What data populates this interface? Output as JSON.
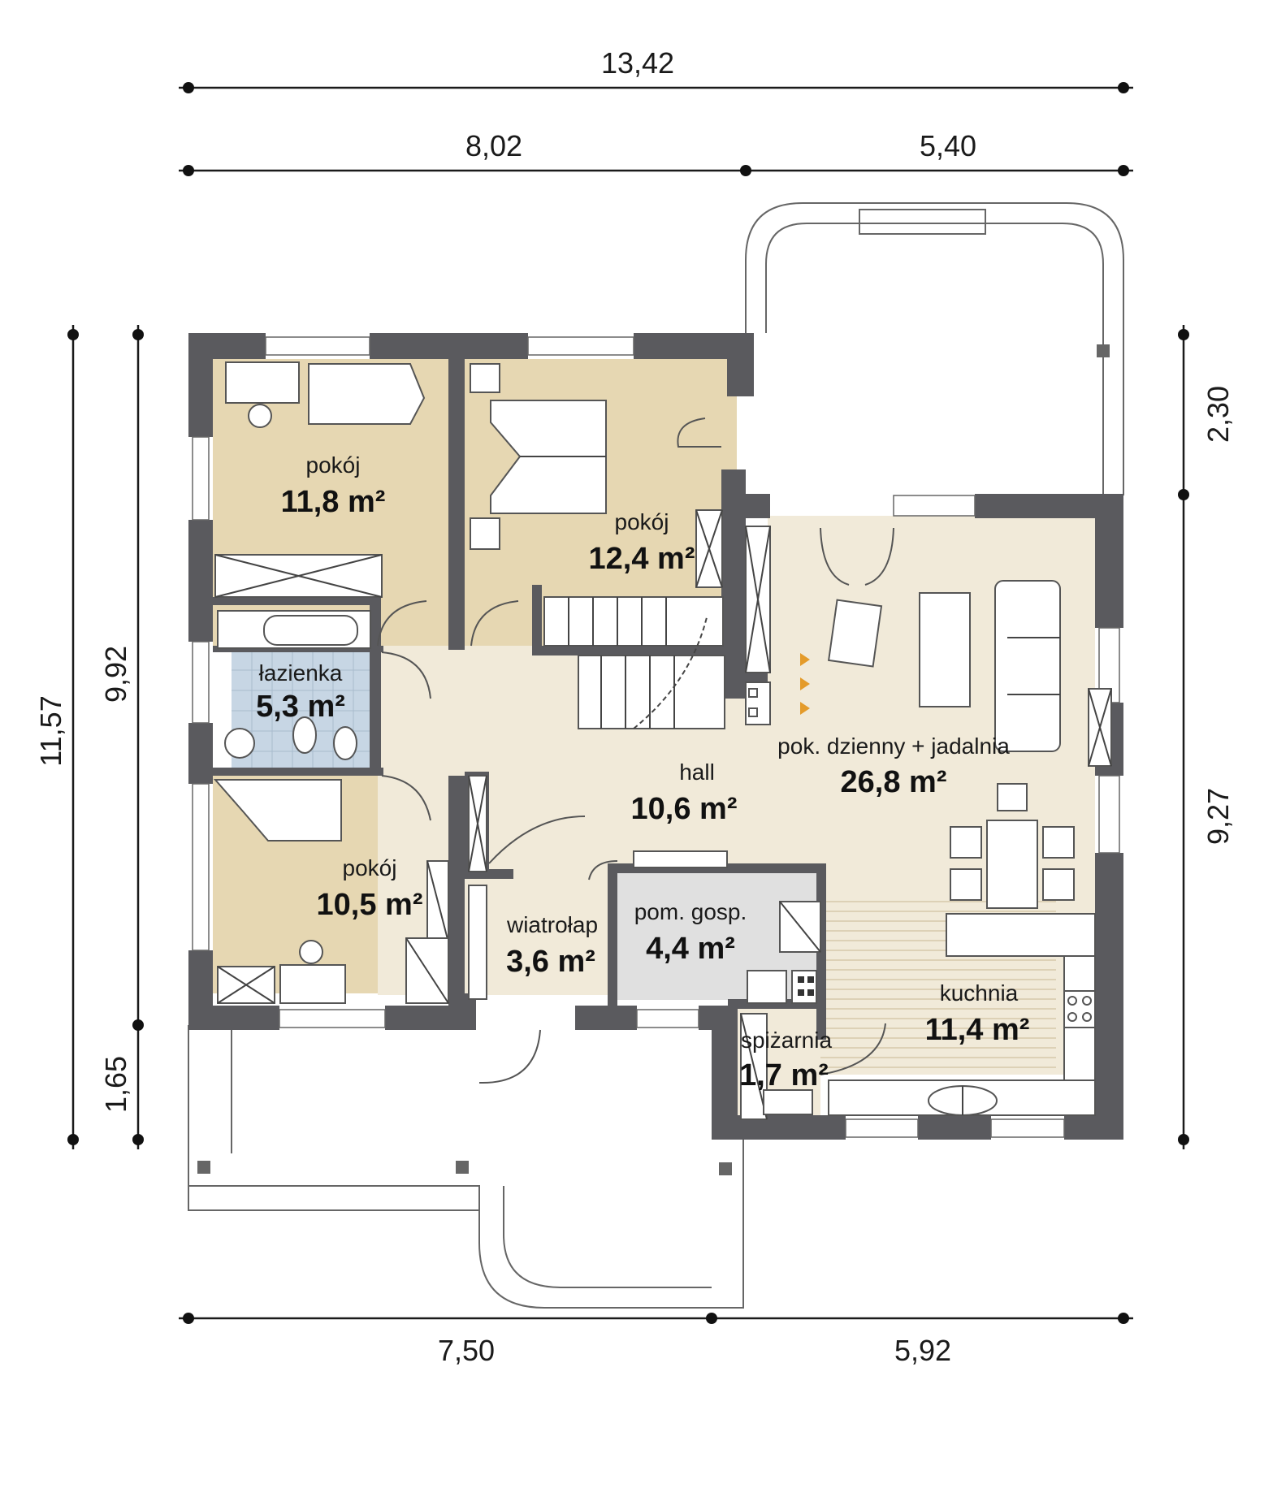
{
  "dimensions": {
    "top_total": "13,42",
    "top_left": "8,02",
    "top_right": "5,40",
    "bottom_left": "7,50",
    "bottom_right": "5,92",
    "left_outer": "11,57",
    "left_inner": "9,92",
    "left_lower": "1,65",
    "right_upper": "2,30",
    "right_lower": "9,27"
  },
  "rooms": {
    "room1": {
      "name": "pokój",
      "area": "11,8 m²"
    },
    "room2": {
      "name": "pokój",
      "area": "12,4 m²"
    },
    "bathroom": {
      "name": "łazienka",
      "area": "5,3 m²"
    },
    "room3": {
      "name": "pokój",
      "area": "10,5 m²"
    },
    "hall": {
      "name": "hall",
      "area": "10,6 m²"
    },
    "living": {
      "name": "pok. dzienny + jadalnia",
      "area": "26,8 m²"
    },
    "utility": {
      "name": "pom. gosp.",
      "area": "4,4 m²"
    },
    "vestibule": {
      "name": "wiatrołap",
      "area": "3,6 m²"
    },
    "kitchen": {
      "name": "kuchnia",
      "area": "11,4 m²"
    },
    "pantry": {
      "name": "spiżarnia",
      "area": "1,7 m²"
    }
  },
  "colors": {
    "wall": "#5a5a5e",
    "bedroom": "#e6d7b2",
    "hall": "#f1ead9",
    "bathroom": "#c7d6e4",
    "utility": "#e0e0e0"
  }
}
